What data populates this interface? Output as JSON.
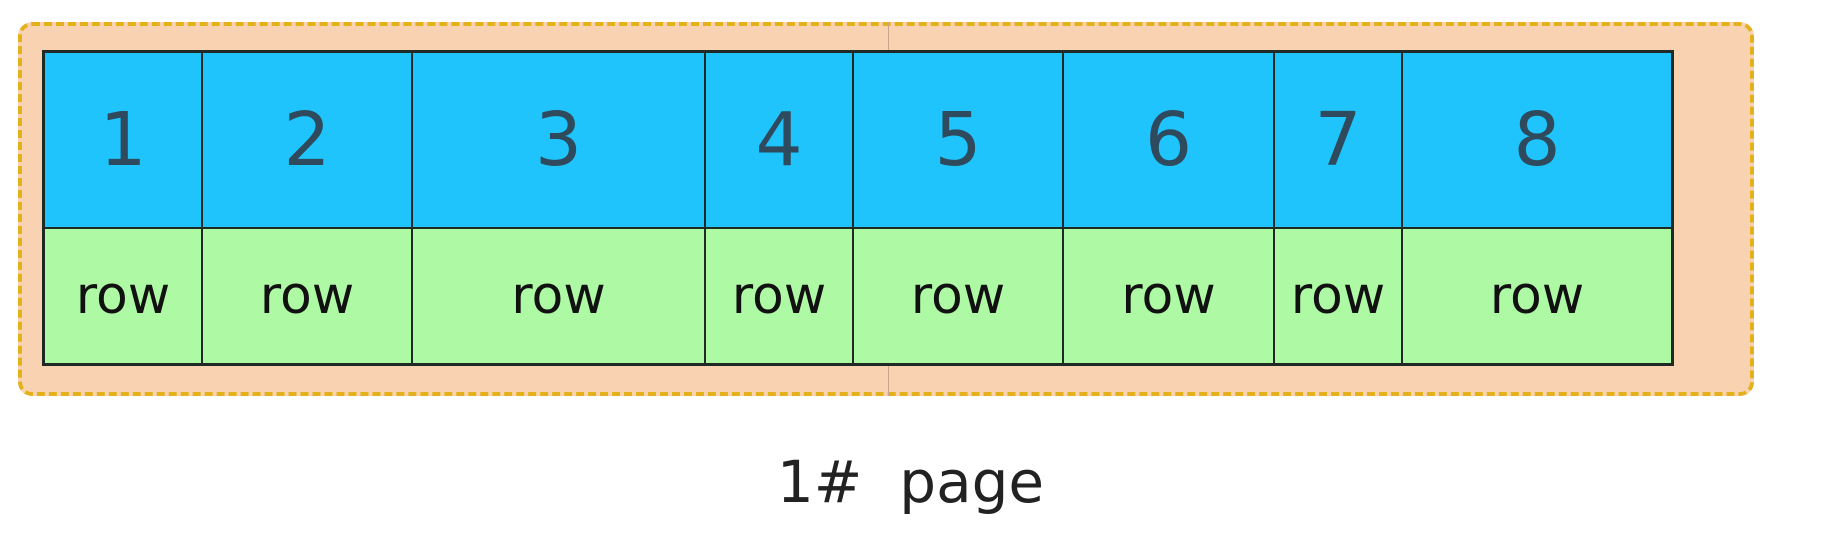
{
  "diagram": {
    "columns": [
      {
        "number": "1",
        "label": "row"
      },
      {
        "number": "2",
        "label": "row"
      },
      {
        "number": "3",
        "label": "row"
      },
      {
        "number": "4",
        "label": "row"
      },
      {
        "number": "5",
        "label": "row"
      },
      {
        "number": "6",
        "label": "row"
      },
      {
        "number": "7",
        "label": "row"
      },
      {
        "number": "8",
        "label": "row"
      }
    ],
    "caption": "1#  page"
  },
  "colors": {
    "page_fill": "#f9d3b1",
    "page_border": "#e3b21a",
    "number_cell": "#1ec4fb",
    "row_cell": "#aef9a4"
  }
}
